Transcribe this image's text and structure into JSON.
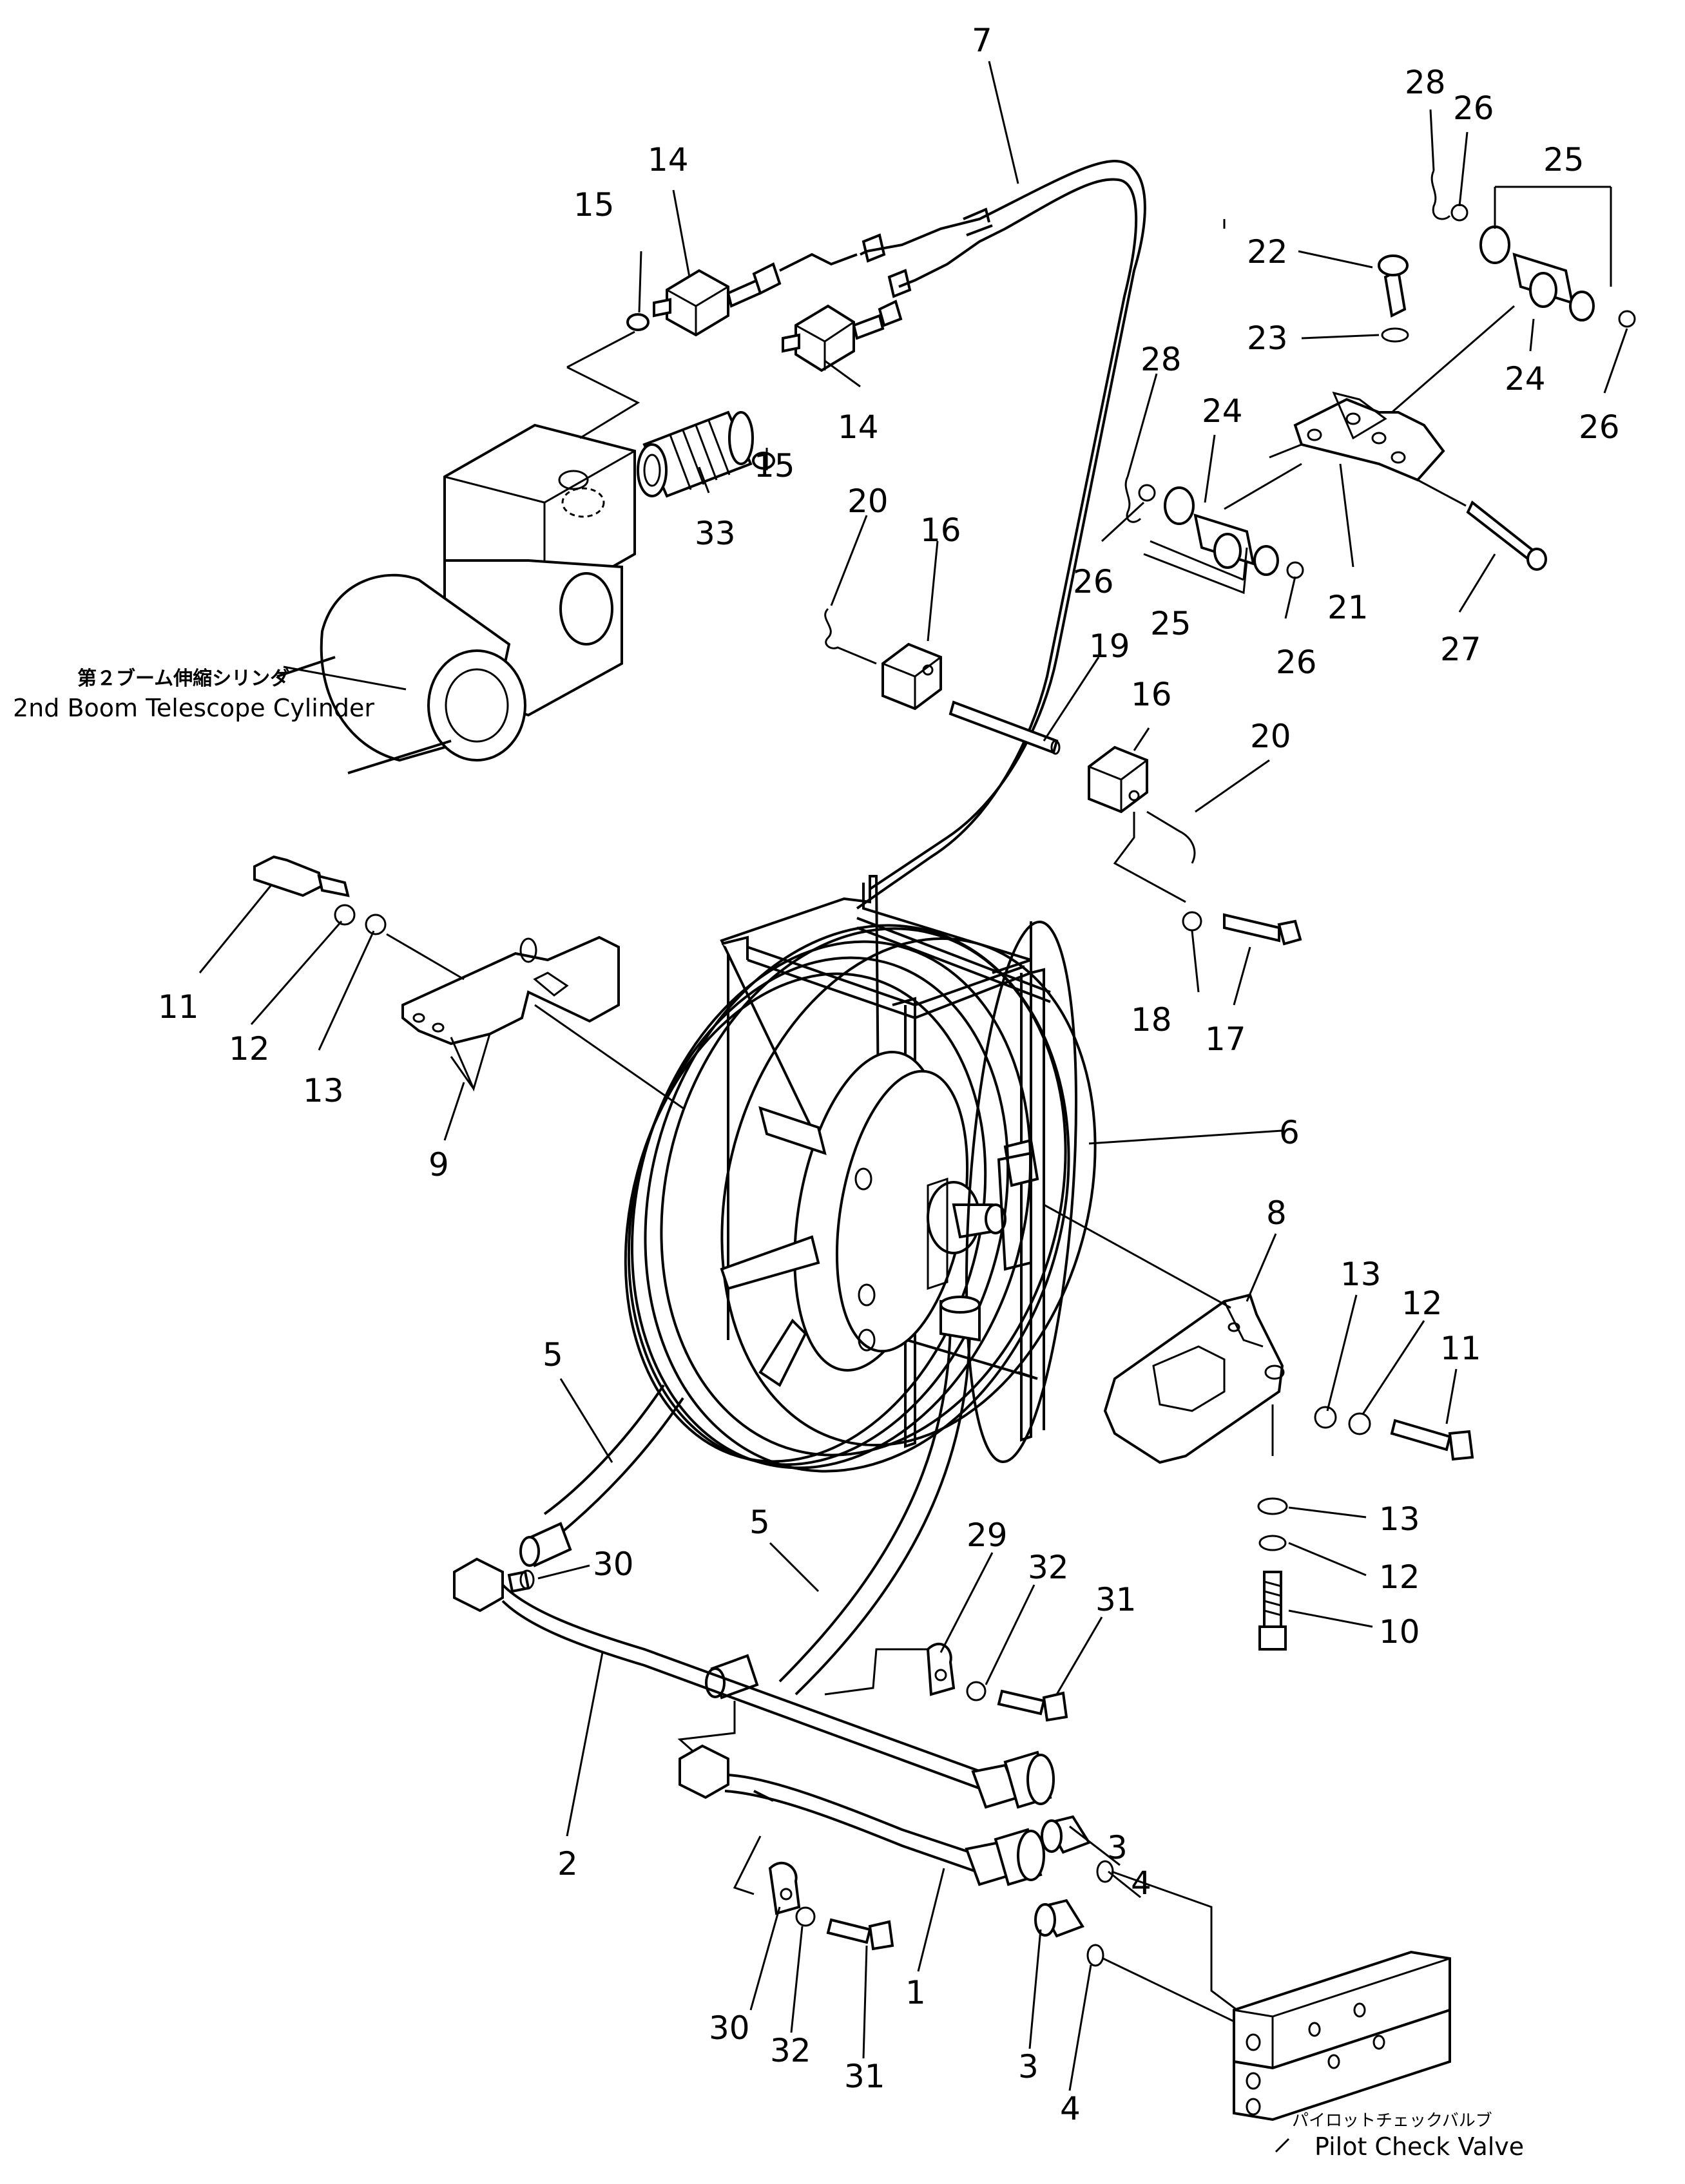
{
  "labels": {
    "boom_cylinder_jp": "第２ブーム伸縮シリンダ",
    "boom_cylinder_en": "2nd Boom Telescope Cylinder",
    "pilot_valve_jp": "パイロットチェックバルブ",
    "pilot_valve_en": "Pilot Check Valve"
  },
  "callouts": {
    "c7": "7",
    "c28a": "28",
    "c26a": "26",
    "c25a": "25",
    "c22": "22",
    "c23": "23",
    "c24a": "24",
    "c26b": "26",
    "c15a": "15",
    "c14a": "14",
    "c15b": "15",
    "c14b": "14",
    "c33": "33",
    "c28b": "28",
    "c24b": "24",
    "c26c": "26",
    "c25b": "25",
    "c26d": "26",
    "c21": "21",
    "c27": "27",
    "c20a": "20",
    "c16a": "16",
    "c19": "19",
    "c16b": "16",
    "c20b": "20",
    "c11a": "11",
    "c12a": "12",
    "c13a": "13",
    "c9": "9",
    "c18": "18",
    "c17": "17",
    "c6": "6",
    "c8": "8",
    "c13b": "13",
    "c12b": "12",
    "c11b": "11",
    "c5a": "5",
    "c30a": "30",
    "c13c": "13",
    "c12c": "12",
    "c10": "10",
    "c5b": "5",
    "c29": "29",
    "c32a": "32",
    "c31a": "31",
    "c2": "2",
    "c3a": "3",
    "c4a": "4",
    "c30b": "30",
    "c32b": "32",
    "c31b": "31",
    "c1": "1",
    "c3b": "3",
    "c4b": "4"
  },
  "icons": {
    "hose_reel": "hose-reel-drawing",
    "cylinder": "cylinder-drawing",
    "valve": "valve-drawing"
  }
}
